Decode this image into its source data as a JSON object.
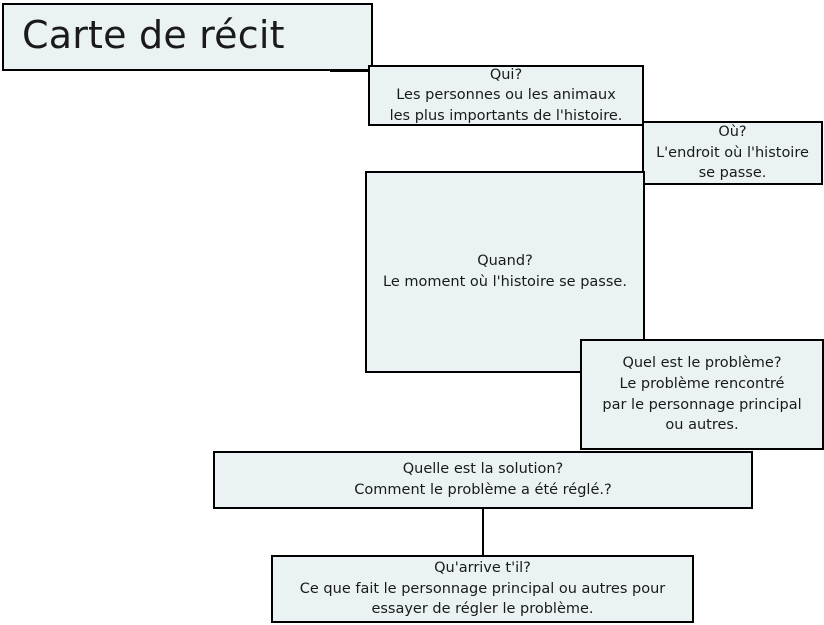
{
  "diagram": {
    "type": "story-map",
    "language": "fr",
    "title": "Carte de récit",
    "colors": {
      "box_fill": "#eaf2f4",
      "box_border": "#000000",
      "text": "#1a1a1a",
      "background": "#ffffff"
    },
    "nodes": [
      {
        "id": "title",
        "name": "carte-de-recit-title",
        "text": "Carte de récit",
        "heading": "Carte de récit",
        "body": ""
      },
      {
        "id": "qui",
        "name": "qui-box",
        "heading": "Qui?",
        "body": "Les personnes ou les animaux\nles plus importants de l'histoire.",
        "text": "Qui?\nLes personnes ou les animaux\nles plus importants de l'histoire."
      },
      {
        "id": "ou",
        "name": "ou-box",
        "heading": "Où?",
        "body": "L'endroit où l'histoire\nse passe.",
        "text": "Où?\nL'endroit où l'histoire\nse passe."
      },
      {
        "id": "quand",
        "name": "quand-box",
        "heading": "Quand?",
        "body": "Le moment où l'histoire se passe.",
        "text": "Quand?\nLe moment où l'histoire se passe."
      },
      {
        "id": "probleme",
        "name": "probleme-box",
        "heading": "Quel est le problème?",
        "body": "Le problème rencontré\npar le personnage principal\nou autres.",
        "text": "Quel est le problème?\nLe problème rencontré\npar le personnage principal\nou autres."
      },
      {
        "id": "solution",
        "name": "solution-box",
        "heading": "Quelle est la solution?",
        "body": "Comment le problème a été réglé.?",
        "text": "Quelle est la solution?\nComment le problème a été réglé.?"
      },
      {
        "id": "arrive",
        "name": "qu-arrive-t-il-box",
        "heading": "Qu'arrive t'il?",
        "body": "Ce que fait le personnage principal ou autres pour\nessayer de régler le problème.",
        "text": "Qu'arrive t'il?\nCe que fait le personnage principal ou autres pour\nessayer de régler le problème."
      }
    ]
  }
}
